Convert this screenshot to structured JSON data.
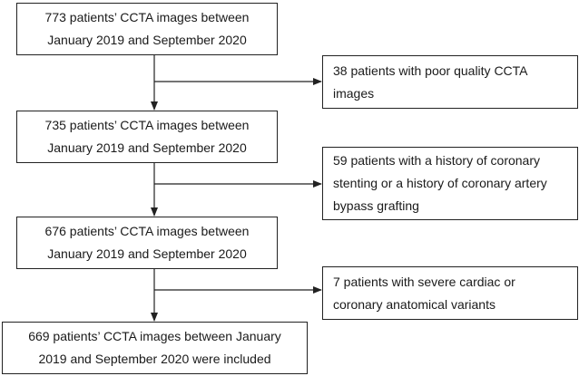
{
  "flow_boxes": [
    {
      "lines": [
        "773 patients’ CCTA images between",
        "January 2019 and September 2020"
      ]
    },
    {
      "lines": [
        "735 patients’ CCTA images between",
        "January 2019 and September 2020"
      ]
    },
    {
      "lines": [
        "676 patients’ CCTA images between",
        "January 2019 and September 2020"
      ]
    },
    {
      "lines": [
        "669 patients’ CCTA images between January",
        "2019 and September 2020 were included"
      ]
    }
  ],
  "exclusion_boxes": [
    {
      "lines": [
        "38 patients with poor quality CCTA",
        "images"
      ]
    },
    {
      "lines": [
        "59 patients with a history of coronary",
        "stenting or a history of coronary artery",
        "bypass grafting"
      ]
    },
    {
      "lines": [
        "7 patients with severe cardiac or",
        "coronary anatomical variants"
      ]
    }
  ],
  "colors": {
    "line": "#222222",
    "text": "#1a1a1a",
    "background": "#ffffff"
  }
}
